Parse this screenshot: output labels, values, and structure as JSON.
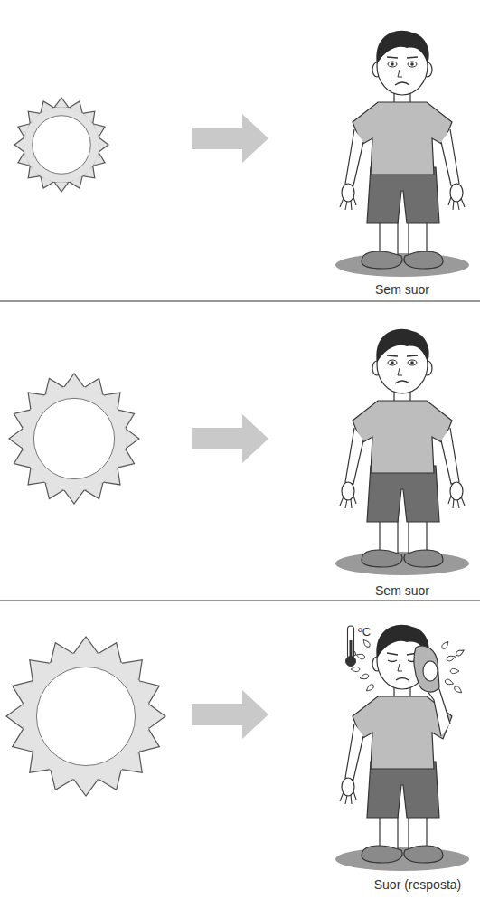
{
  "diagram": {
    "labels": [
      "Sem suor",
      "Sem suor",
      "ºC",
      "Suor (resposta)"
    ]
  }
}
